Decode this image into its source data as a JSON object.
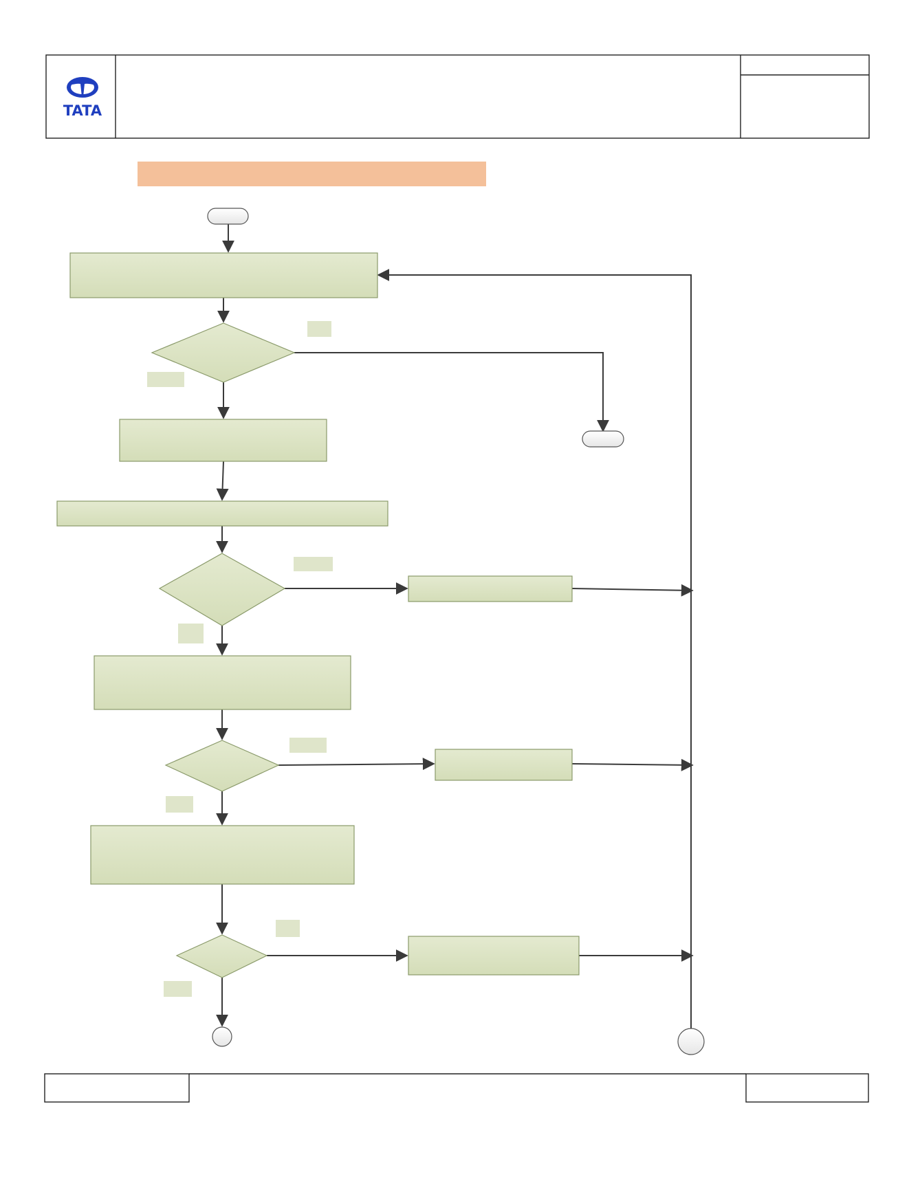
{
  "header": {
    "logo_text": "TATA",
    "title": "",
    "doc_ref": "",
    "doc_info": ""
  },
  "banner": {
    "title": ""
  },
  "flowchart": {
    "nodes": [
      {
        "id": "start",
        "kind": "terminator",
        "text": ""
      },
      {
        "id": "step1",
        "kind": "process",
        "text": ""
      },
      {
        "id": "dec1",
        "kind": "decision",
        "text": ""
      },
      {
        "id": "end1",
        "kind": "terminator",
        "text": ""
      },
      {
        "id": "step2",
        "kind": "process",
        "text": ""
      },
      {
        "id": "step3",
        "kind": "process",
        "text": ""
      },
      {
        "id": "dec2",
        "kind": "decision",
        "text": ""
      },
      {
        "id": "side1",
        "kind": "process",
        "text": ""
      },
      {
        "id": "step4",
        "kind": "process",
        "text": ""
      },
      {
        "id": "dec3",
        "kind": "decision",
        "text": ""
      },
      {
        "id": "side2",
        "kind": "process",
        "text": ""
      },
      {
        "id": "step5",
        "kind": "process",
        "text": ""
      },
      {
        "id": "dec4",
        "kind": "decision",
        "text": ""
      },
      {
        "id": "side3",
        "kind": "process",
        "text": ""
      },
      {
        "id": "conn1",
        "kind": "connector",
        "text": ""
      },
      {
        "id": "conn2",
        "kind": "connector",
        "text": ""
      }
    ],
    "edge_labels": [
      {
        "id": "lbl_dec1_right",
        "text": ""
      },
      {
        "id": "lbl_dec1_down",
        "text": ""
      },
      {
        "id": "lbl_dec2_right",
        "text": ""
      },
      {
        "id": "lbl_dec2_down",
        "text": ""
      },
      {
        "id": "lbl_dec3_right",
        "text": ""
      },
      {
        "id": "lbl_dec3_down",
        "text": ""
      },
      {
        "id": "lbl_dec4_right",
        "text": ""
      },
      {
        "id": "lbl_dec4_down",
        "text": ""
      }
    ]
  },
  "footer": {
    "left": "",
    "center": "",
    "right": ""
  },
  "colors": {
    "process_fill": "#d8e0c0",
    "process_stroke": "#8a9a6a",
    "banner_fill": "#f4c09a",
    "logo_blue": "#1f3fbf",
    "line": "#3a3a3a"
  }
}
